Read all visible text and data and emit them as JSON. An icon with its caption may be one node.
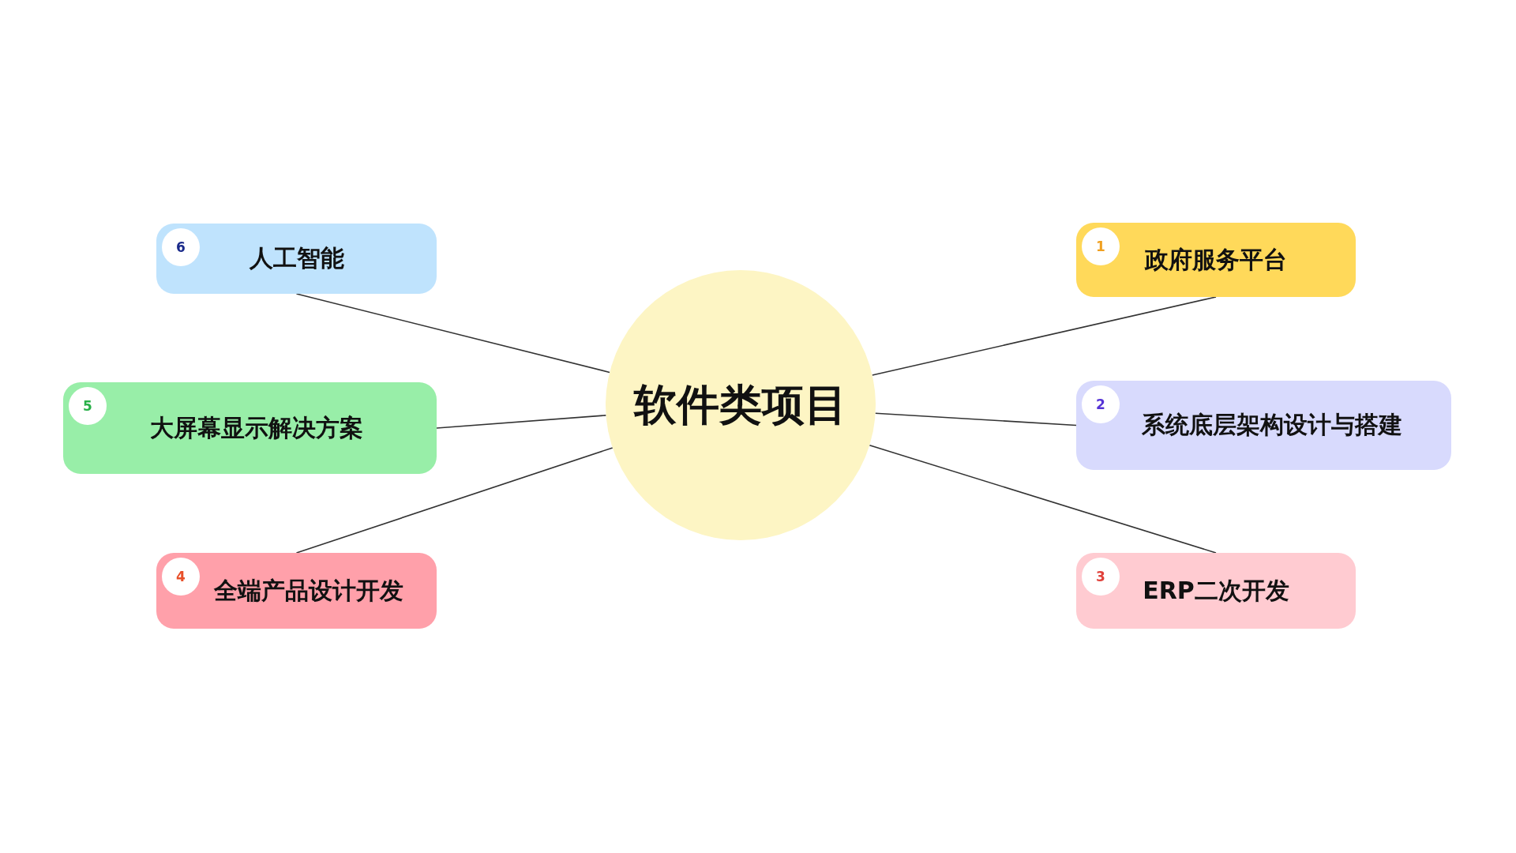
{
  "diagram": {
    "nodes": [
      {
        "text": [
          "软件类项目"
        ]
      },
      {
        "text": [
          "政府服务平台"
        ]
      },
      {
        "text": [
          "1"
        ],
        "in": 1
      },
      {
        "text": [
          "系统底层架构设计与搭建"
        ]
      },
      {
        "text": [
          "2"
        ],
        "in": 3
      },
      {
        "text": [
          "ERP二次开发"
        ]
      },
      {
        "text": [
          "3"
        ],
        "in": 5
      },
      {
        "text": [
          "全端产品设计开发"
        ]
      },
      {
        "text": [
          "4"
        ],
        "in": 7
      },
      {
        "text": [
          "大屏幕显示解决方案"
        ]
      },
      {
        "text": [
          "5"
        ],
        "in": 9
      },
      {
        "text": [
          "人工智能"
        ]
      },
      {
        "text": [
          "6"
        ],
        "in": 11
      }
    ],
    "edges": [
      {
        "from": 0,
        "to": 1,
        "arrow": "none"
      },
      {
        "from": 0,
        "to": 3,
        "arrow": "none"
      },
      {
        "from": 0,
        "to": 5,
        "arrow": "none"
      },
      {
        "from": 0,
        "to": 7,
        "arrow": "none"
      },
      {
        "from": 0,
        "to": 9,
        "arrow": "none"
      },
      {
        "from": 0,
        "to": 11,
        "arrow": "none"
      }
    ]
  }
}
